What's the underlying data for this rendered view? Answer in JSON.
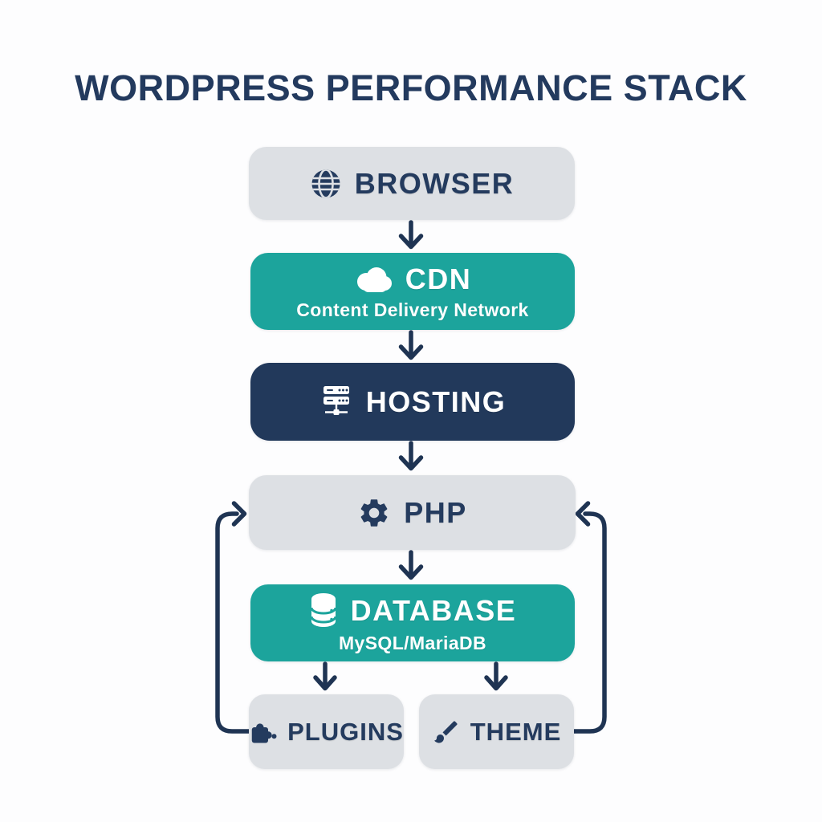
{
  "title": "WORDPRESS PERFORMANCE STACK",
  "colors": {
    "background": "#fdfdfe",
    "title": "#233a5e",
    "arrow": "#1f3453",
    "teal": "#1ca49c",
    "navy": "#22395b",
    "gray": "#dde0e4"
  },
  "nodes": [
    {
      "id": "browser",
      "label": "BROWSER",
      "icon": "globe-icon",
      "color": "#dde0e4",
      "text_color": "#243b5e"
    },
    {
      "id": "cdn",
      "label": "CDN",
      "subtitle": "Content Delivery Network",
      "icon": "cloud-icon",
      "color": "#1ca49c",
      "text_color": "#ffffff"
    },
    {
      "id": "hosting",
      "label": "HOSTING",
      "icon": "server-icon",
      "color": "#22395b",
      "text_color": "#ffffff"
    },
    {
      "id": "php",
      "label": "PHP",
      "icon": "gear-icon",
      "color": "#dde0e4",
      "text_color": "#243b5e"
    },
    {
      "id": "database",
      "label": "DATABASE",
      "subtitle": "MySQL/MariaDB",
      "icon": "database-icon",
      "color": "#1ca49c",
      "text_color": "#ffffff"
    },
    {
      "id": "plugins",
      "label": "PLUGINS",
      "icon": "puzzle-icon",
      "color": "#dde0e4",
      "text_color": "#243b5e"
    },
    {
      "id": "theme",
      "label": "THEME",
      "icon": "brush-icon",
      "color": "#dde0e4",
      "text_color": "#243b5e"
    }
  ],
  "connections": [
    {
      "from": "browser",
      "to": "cdn",
      "type": "down-arrow"
    },
    {
      "from": "cdn",
      "to": "hosting",
      "type": "down-arrow"
    },
    {
      "from": "hosting",
      "to": "php",
      "type": "down-arrow"
    },
    {
      "from": "php",
      "to": "database",
      "type": "down-arrow"
    },
    {
      "from": "database",
      "to": "plugins",
      "type": "down-arrow"
    },
    {
      "from": "database",
      "to": "theme",
      "type": "down-arrow"
    },
    {
      "from": "plugins",
      "to": "php",
      "type": "loop-up-left"
    },
    {
      "from": "theme",
      "to": "php",
      "type": "loop-up-right"
    }
  ]
}
